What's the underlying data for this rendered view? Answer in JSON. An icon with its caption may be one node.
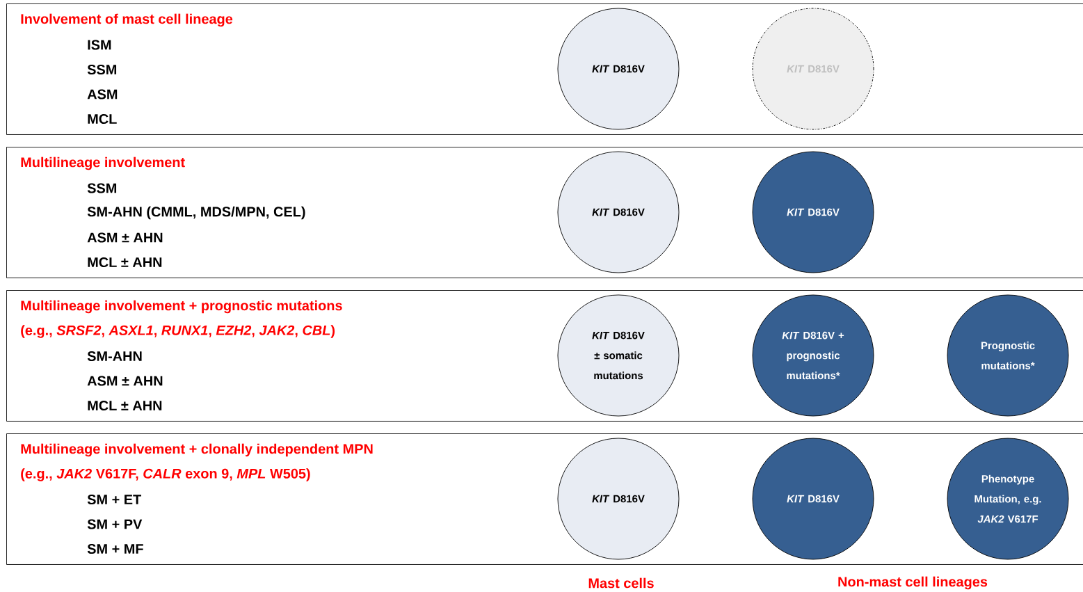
{
  "diagram": {
    "nodes": [
      {
        "text": [
          "Involvement of mast cell lineage",
          "ISM",
          "SSM",
          "ASM",
          "MCL"
        ]
      },
      {
        "text": [
          "*KIT* D816V"
        ],
        "in": 0
      },
      {
        "text": [
          "*KIT* D816V"
        ],
        "in": 0
      },
      {
        "text": [
          "Multilineage involvement",
          "SSM",
          "SM-AHN (CMML, MDS/MPN, CEL)",
          "ASM ± AHN",
          "MCL ± AHN"
        ]
      },
      {
        "text": [
          "*KIT* D816V"
        ],
        "in": 3
      },
      {
        "text": [
          "*KIT* D816V"
        ],
        "in": 3
      },
      {
        "text": [
          "Multilineage involvement + prognostic mutations",
          "(e.g., *SRSF2*, *ASXL1*, *RUNX1*, *EZH2*, *JAK2*, *CBL*)",
          "SM-AHN",
          "ASM ± AHN",
          "MCL ± AHN"
        ]
      },
      {
        "text": [
          "*KIT* D816V ± somatic mutations"
        ],
        "in": 6
      },
      {
        "text": [
          "*KIT* D816V + prognostic mutations*"
        ],
        "in": 6
      },
      {
        "text": [
          "Prognostic mutations*"
        ],
        "in": 6
      },
      {
        "text": [
          "Multilineage involvement + clonally independent MPN",
          "(e.g., *JAK2* V617F, *CALR* exon 9, *MPL* W505)",
          "SM + ET",
          "SM + PV",
          "SM + MF"
        ]
      },
      {
        "text": [
          "*KIT* D816V"
        ],
        "in": 10
      },
      {
        "text": [
          "*KIT* D816V"
        ],
        "in": 10
      },
      {
        "text": [
          "Phenotype Mutation, e.g. *JAK2* V617F"
        ],
        "in": 10
      }
    ],
    "labels": [
      "Mast cells",
      "Non-mast cell lineages"
    ]
  }
}
